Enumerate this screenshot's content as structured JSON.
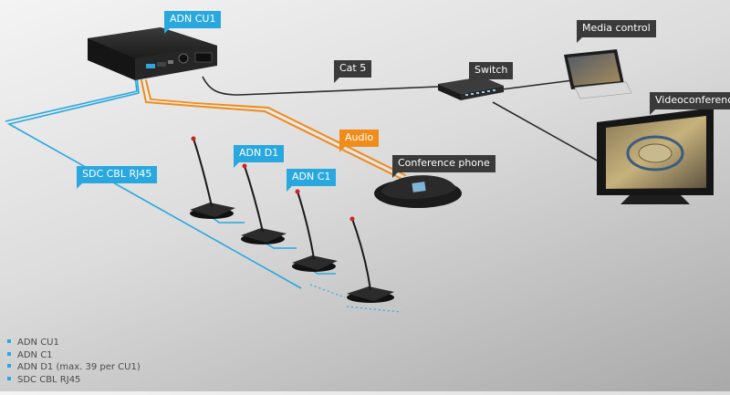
{
  "labels": {
    "adn_cu1": "ADN CU1",
    "media_control": "Media control",
    "cat5": "Cat 5",
    "switch": "Switch",
    "videoconference": "Videoconference",
    "audio": "Audio",
    "adn_d1": "ADN D1",
    "adn_c1": "ADN C1",
    "conference_phone": "Conference phone",
    "sdc_cbl_rj45": "SDC CBL RJ45"
  },
  "legend": [
    "ADN CU1",
    "ADN C1",
    "ADN D1 (max. 39 per CU1)",
    "SDC CBL RJ45"
  ],
  "colors": {
    "blue": "#29a8df",
    "dark": "#3a3a3a",
    "orange": "#f08c1a"
  }
}
